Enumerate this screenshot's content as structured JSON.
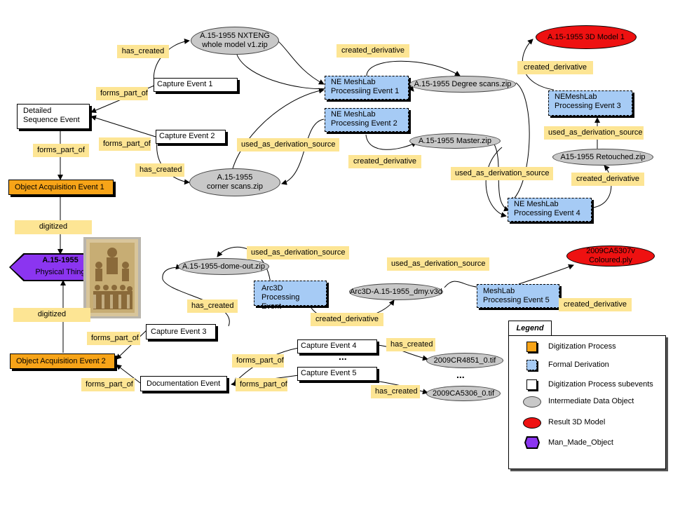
{
  "diagram": {
    "sub_events": {
      "capture_event_1": "Capture Event 1",
      "capture_event_2": "Capture Event 2",
      "detailed_sequence": [
        "Detailed",
        "Sequence Event"
      ],
      "capture_event_3": "Capture Event 3",
      "capture_event_4": "Capture Event 4",
      "capture_event_5": "Capture Event 5",
      "documentation_event": "Documentation Event"
    },
    "formal_derivations": {
      "ne_meshlab_1": [
        "NE MeshLab",
        "Processiing Event 1"
      ],
      "ne_meshlab_2": [
        "NE MeshLab",
        "Processing Event 2"
      ],
      "ne_meshlab_3": [
        "NEMeshLab",
        "Processing Event 3"
      ],
      "ne_meshlab_4": [
        "NE MeshLab",
        "Processing Event 4"
      ],
      "arc3d": [
        "Arc3D",
        "Processing Event"
      ],
      "meshlab_5": [
        "MeshLab",
        "Processing Event 5"
      ]
    },
    "digitization": {
      "oae1": "Object Acquisition Event 1",
      "oae2": "Object Acquisition Event 2"
    },
    "physical_thing": {
      "id": "A.15-1955",
      "label": "Physical Thing"
    },
    "data_objects": {
      "nxteng": [
        "A.15-1955 NXTENG",
        "whole model v1.zip"
      ],
      "corner": [
        "A.15-1955",
        "corner scans.zip"
      ],
      "degree": "A.15-1955 Degree scans.zip",
      "master": "A.15-1955 Master.zip",
      "retouched": "A15-1955 Retouched.zip",
      "dome": "A.15-1955-dome-out.zip",
      "arc3d_dmy": "Arc3D-A.15-1955_dmy.v3d",
      "cr4851": "2009CR4851_0.tif",
      "ca5306": "2009CA5306_0.tif"
    },
    "results": {
      "model1": "A.15-1955 3D Model 1",
      "coloured": [
        "2009CA5307v",
        "Coloured.ply"
      ]
    },
    "edge_labels": {
      "has_created_1": "has_created",
      "forms_part_of_1": "forms_part_of",
      "forms_part_of_2": "forms_part_of",
      "forms_part_of_3": "forms_part_of",
      "has_created_2": "has_created",
      "used_as_derivation_source_1": "used_as_derivation_source",
      "created_derivative_1": "created_derivative",
      "created_derivative_2": "created_derivative",
      "created_derivative_3": "created_derivative",
      "used_as_derivation_source_2": "used_as_derivation_source",
      "used_as_derivation_source_3": "used_as_derivation_source",
      "created_derivative_4": "created_derivative",
      "digitized_1": "digitized",
      "digitized_2": "digitized",
      "used_as_derivation_source_4": "used_as_derivation_source",
      "used_as_derivation_source_5": "used_as_derivation_source",
      "has_created_3": "has_created",
      "created_derivative_5": "created_derivative",
      "created_derivative_6": "created_derivative",
      "forms_part_of_4": "forms_part_of",
      "forms_part_of_5": "forms_part_of",
      "forms_part_of_6": "forms_part_of",
      "forms_part_of_7": "forms_part_of",
      "has_created_4": "has_created",
      "has_created_5": "has_created"
    },
    "ellipsis": "..."
  },
  "legend": {
    "title": "Legend",
    "items": [
      {
        "label": "Digitization Process",
        "symbol": "orange-square"
      },
      {
        "label": "Formal Derivation",
        "symbol": "blue-square"
      },
      {
        "label": "Digitization Process subevents",
        "symbol": "white-square"
      },
      {
        "label": "Intermediate Data Object",
        "symbol": "grey-ellipse"
      },
      {
        "label": "Result 3D Model",
        "symbol": "red-ellipse"
      },
      {
        "label": "Man_Made_Object",
        "symbol": "purple-hexagon"
      }
    ]
  },
  "colors": {
    "digitization": "#f7a418",
    "formal": "#a6cbf5",
    "data_object": "#c8c8c8",
    "result": "#ee1111",
    "man_made": "#8b35f0",
    "edge_label": "#fde594"
  }
}
